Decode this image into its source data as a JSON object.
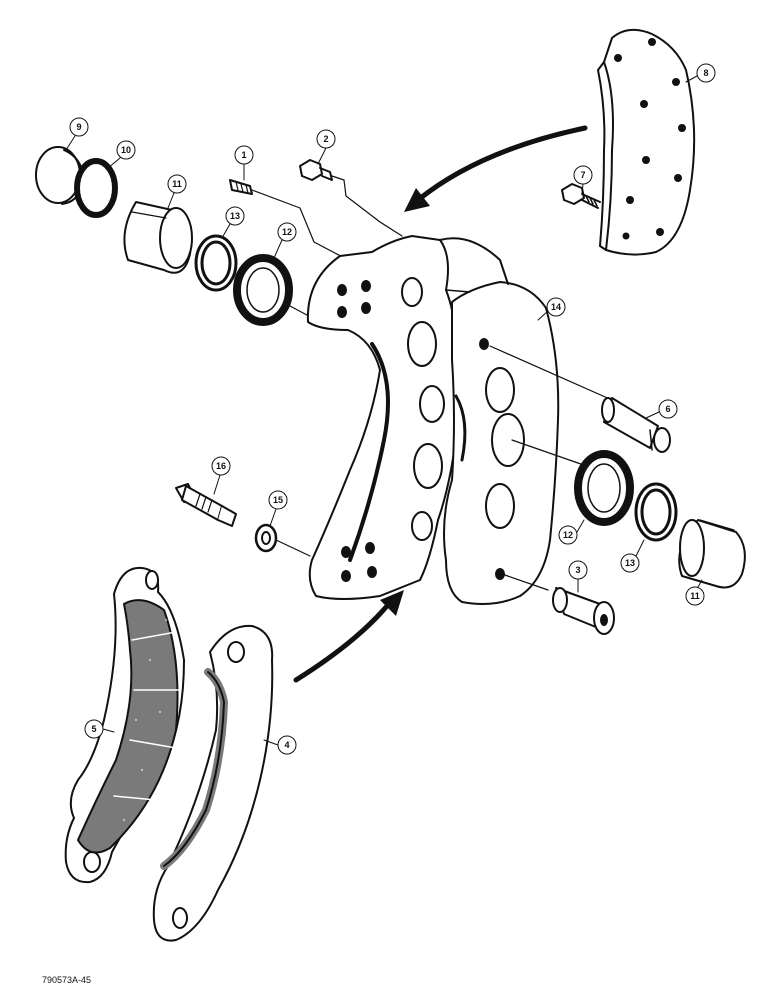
{
  "figure_id": "790573A-45",
  "colors": {
    "ink": "#111111",
    "paper": "#ffffff",
    "lining": "#7a7a7a"
  },
  "callouts": [
    {
      "id": "c1",
      "label": "1"
    },
    {
      "id": "c2",
      "label": "2"
    },
    {
      "id": "c3",
      "label": "3"
    },
    {
      "id": "c4",
      "label": "4"
    },
    {
      "id": "c5",
      "label": "5"
    },
    {
      "id": "c6",
      "label": "6"
    },
    {
      "id": "c7",
      "label": "7"
    },
    {
      "id": "c8",
      "label": "8"
    },
    {
      "id": "c9",
      "label": "9"
    },
    {
      "id": "c10",
      "label": "10"
    },
    {
      "id": "c11a",
      "label": "11"
    },
    {
      "id": "c11b",
      "label": "11"
    },
    {
      "id": "c12a",
      "label": "12"
    },
    {
      "id": "c12b",
      "label": "12"
    },
    {
      "id": "c13a",
      "label": "13"
    },
    {
      "id": "c13b",
      "label": "13"
    },
    {
      "id": "c14",
      "label": "14"
    },
    {
      "id": "c15",
      "label": "15"
    },
    {
      "id": "c16",
      "label": "16"
    }
  ]
}
